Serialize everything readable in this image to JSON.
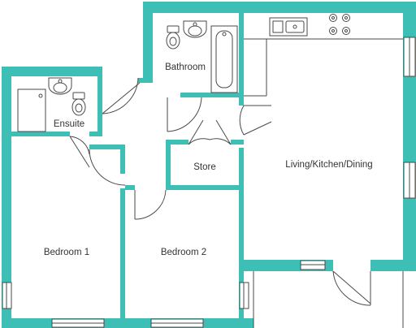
{
  "wall_color": "#3dbfb5",
  "rooms": {
    "bathroom": "Bathroom",
    "ensuite": "Ensuite",
    "store": "Store",
    "living": "Living/Kitchen/Dining",
    "bedroom1": "Bedroom 1",
    "bedroom2": "Bedroom 2"
  }
}
